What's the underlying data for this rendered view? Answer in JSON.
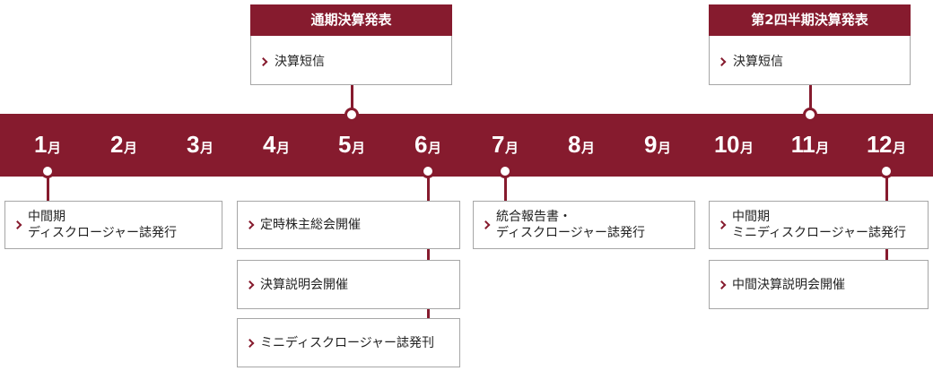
{
  "colors": {
    "accent": "#861b2e",
    "border": "#a6a6a6",
    "text": "#222222",
    "background": "#ffffff"
  },
  "months": [
    {
      "num": "1",
      "unit": "月"
    },
    {
      "num": "2",
      "unit": "月"
    },
    {
      "num": "3",
      "unit": "月"
    },
    {
      "num": "4",
      "unit": "月"
    },
    {
      "num": "5",
      "unit": "月"
    },
    {
      "num": "6",
      "unit": "月"
    },
    {
      "num": "7",
      "unit": "月"
    },
    {
      "num": "8",
      "unit": "月"
    },
    {
      "num": "9",
      "unit": "月"
    },
    {
      "num": "10",
      "unit": "月"
    },
    {
      "num": "11",
      "unit": "月"
    },
    {
      "num": "12",
      "unit": "月"
    }
  ],
  "top_events": [
    {
      "month": 5,
      "title": "通期決算発表",
      "items": [
        {
          "icon": "chevron-right-icon",
          "lines": [
            "決算短信"
          ]
        }
      ]
    },
    {
      "month": 11,
      "title": "第2四半期決算発表",
      "items": [
        {
          "icon": "chevron-right-icon",
          "lines": [
            "決算短信"
          ]
        }
      ]
    }
  ],
  "bottom_events": [
    {
      "month": 1,
      "boxes": [
        {
          "icon": "chevron-right-icon",
          "lines": [
            "中間期",
            "ディスクロージャー誌発行"
          ]
        }
      ]
    },
    {
      "month": 6,
      "boxes": [
        {
          "icon": "chevron-right-icon",
          "lines": [
            "定時株主総会開催"
          ]
        },
        {
          "icon": "chevron-right-icon",
          "lines": [
            "決算説明会開催"
          ]
        },
        {
          "icon": "chevron-right-icon",
          "lines": [
            "ミニディスクロージャー誌発刊"
          ]
        }
      ]
    },
    {
      "month": 7,
      "boxes": [
        {
          "icon": "chevron-right-icon",
          "lines": [
            "統合報告書・",
            "ディスクロージャー誌発行"
          ]
        }
      ]
    },
    {
      "month": 12,
      "boxes": [
        {
          "icon": "chevron-right-icon",
          "lines": [
            "中間期",
            "ミニディスクロージャー誌発行"
          ]
        },
        {
          "icon": "chevron-right-icon",
          "lines": [
            "中間決算説明会開催"
          ]
        }
      ]
    }
  ]
}
